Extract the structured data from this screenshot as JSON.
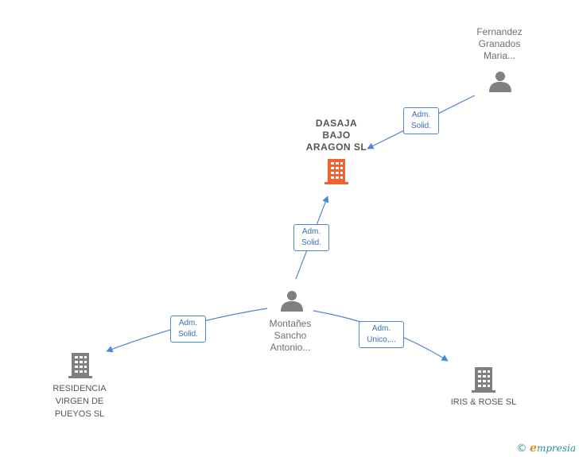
{
  "nodes": {
    "fernandez": {
      "lines": [
        "Fernandez",
        "Granados",
        "Maria..."
      ],
      "kind": "person-icon"
    },
    "dasaja": {
      "lines": [
        "DASAJA",
        "BAJO",
        "ARAGON  SL"
      ],
      "kind": "building-icon",
      "color": "#f2622e"
    },
    "montanes": {
      "lines": [
        "Montañes",
        "Sancho",
        "Antonio..."
      ],
      "kind": "person-icon"
    },
    "residencia": {
      "lines": [
        "RESIDENCIA",
        "VIRGEN DE",
        "PUEYOS  SL"
      ],
      "kind": "building-icon"
    },
    "iris": {
      "lines": [
        "IRIS & ROSE SL"
      ],
      "kind": "building-icon"
    }
  },
  "edges": [
    {
      "from": "fernandez",
      "to": "dasaja",
      "label": [
        "Adm.",
        "Solid."
      ]
    },
    {
      "from": "montanes",
      "to": "dasaja",
      "label": [
        "Adm.",
        "Solid."
      ]
    },
    {
      "from": "montanes",
      "to": "residencia",
      "label": [
        "Adm.",
        "Solid."
      ]
    },
    {
      "from": "montanes",
      "to": "iris",
      "label": [
        "Adm.",
        "Unico,..."
      ]
    }
  ],
  "colors": {
    "edge": "#4a87d4",
    "icon": "#808080",
    "highlight": "#f2622e"
  },
  "footer": {
    "copyright": "©",
    "brand_initial": "e",
    "brand_rest": "mpresia"
  }
}
